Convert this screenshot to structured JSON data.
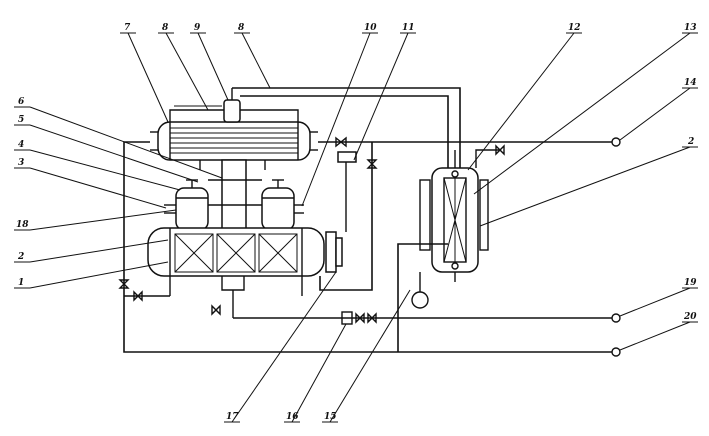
{
  "labels": {
    "l1": "1",
    "l2a": "2",
    "l2b": "2",
    "l3": "3",
    "l4": "4",
    "l5": "5",
    "l6": "6",
    "l7": "7",
    "l8a": "8",
    "l8b": "8",
    "l9": "9",
    "l10": "10",
    "l11": "11",
    "l12": "12",
    "l13": "13",
    "l14": "14",
    "l15": "15",
    "l16": "16",
    "l17": "17",
    "l18": "18",
    "l19": "19",
    "l20": "20"
  },
  "colors": {
    "ink": "#111111",
    "paper": "#ffffff"
  }
}
